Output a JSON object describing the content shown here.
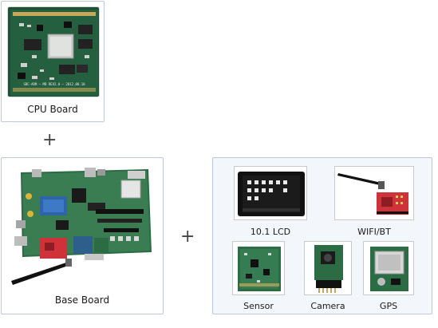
{
  "cpu_board": {
    "label": "CPU Board",
    "silkscreen": "SBC-ARM ⋯ MB REV2.0 ⋯ 2012.08.10"
  },
  "base_board": {
    "label": "Base Board"
  },
  "plus_signs": [
    "+",
    "+"
  ],
  "modules": [
    {
      "label": "10.1 LCD"
    },
    {
      "label": "WIFI/BT"
    },
    {
      "label": "Sensor"
    },
    {
      "label": "Camera"
    },
    {
      "label": "GPS"
    }
  ],
  "colors": {
    "card_border": "#b9c8dc",
    "pcb_green": "#1f5a3c",
    "pcb_red": "#d0323a",
    "lcd_black": "#111111"
  }
}
